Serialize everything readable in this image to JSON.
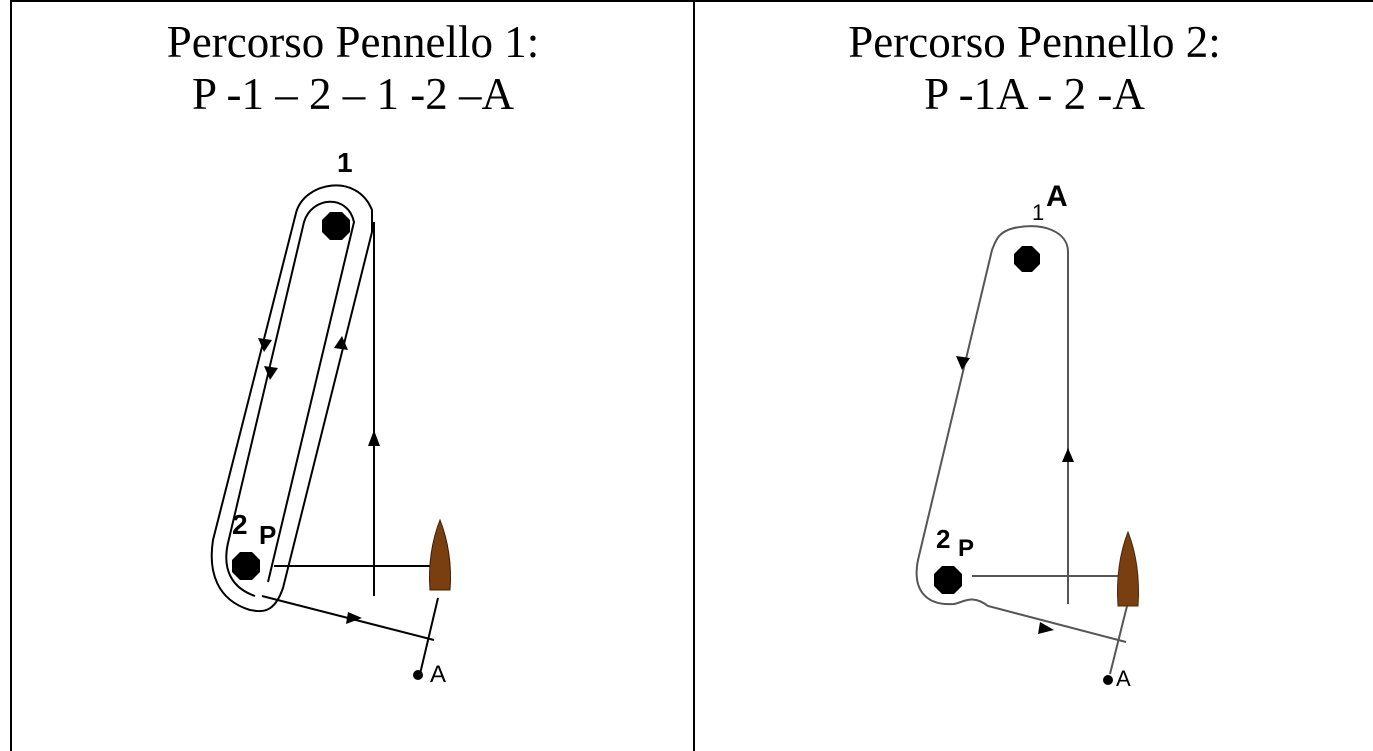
{
  "panels": [
    {
      "title_line1": "Percorso Pennello 1:",
      "title_line2": "P -1 – 2 – 1 -2 –A",
      "labels": {
        "mark1": "1",
        "mark2": "2",
        "start": "P",
        "finish": "A"
      }
    },
    {
      "title_line1": "Percorso Pennello 2:",
      "title_line2": "P -1A - 2 -A",
      "labels": {
        "mark1_num": "1",
        "mark1_letter": "A",
        "mark2": "2",
        "start": "P",
        "finish": "A"
      }
    }
  ],
  "colors": {
    "boat": "#7a3f10",
    "line": "#000000",
    "path_right": "#555555"
  }
}
